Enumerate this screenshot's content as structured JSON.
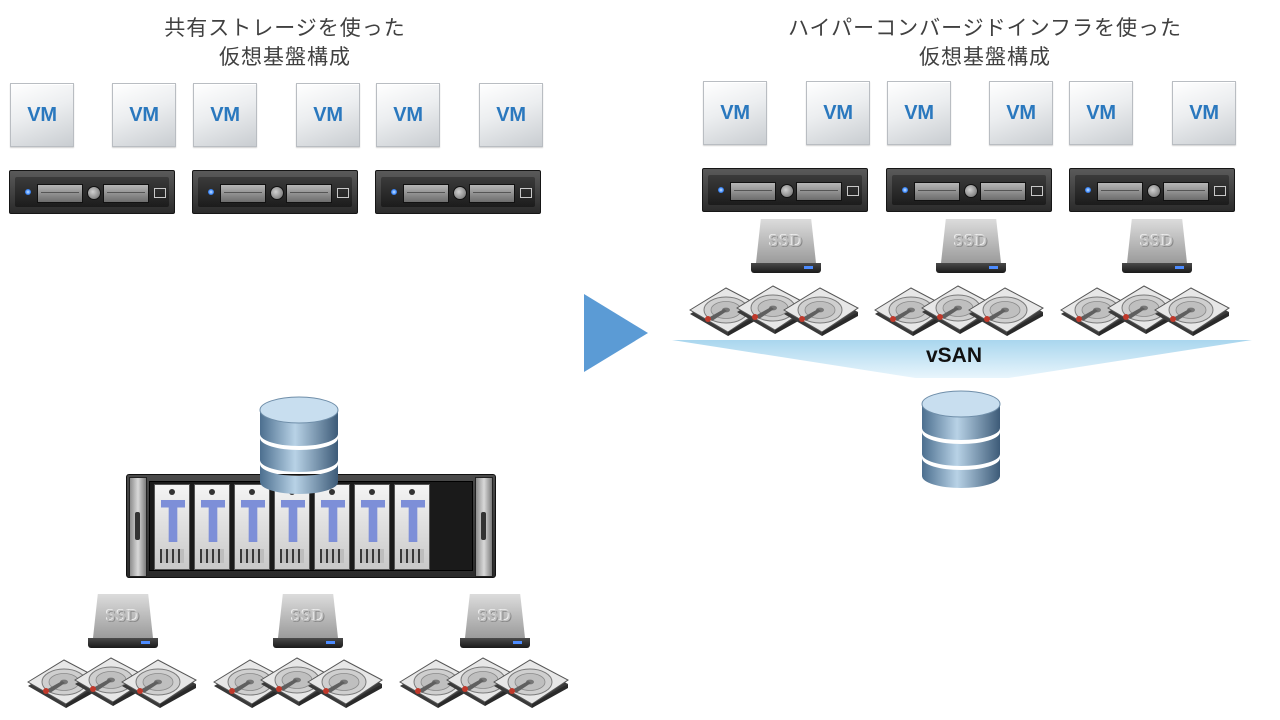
{
  "left_panel": {
    "title_line1": "共有ストレージを使った",
    "title_line2": "仮想基盤構成",
    "vm_label": "VM"
  },
  "right_panel": {
    "title_line1": "ハイパーコンバージドインフラを使った",
    "title_line2": "仮想基盤構成",
    "vm_label": "VM",
    "pool_label": "vSAN"
  },
  "ssd_label": "SSD",
  "colors": {
    "vm_text": "#2a78be",
    "arrow": "#5b9bd5",
    "vsan_band": "#a9d6ee",
    "tray_handle": "#7d8fd8"
  },
  "icons": [
    "vm-icon",
    "server-icon",
    "ssd-icon",
    "hdd-icon",
    "storage-array-icon",
    "database-icon",
    "arrow-right-icon"
  ]
}
